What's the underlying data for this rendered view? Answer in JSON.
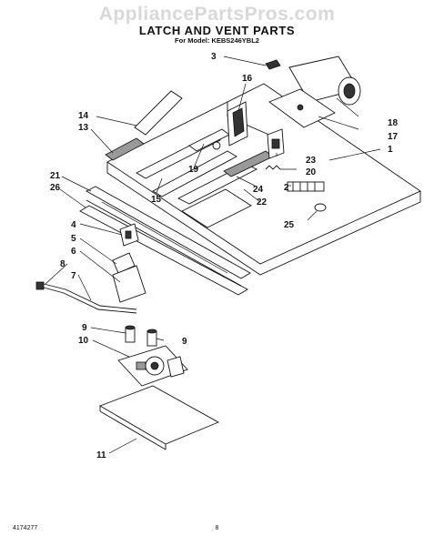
{
  "watermark": "AppliancePartsPros.com",
  "title": "LATCH AND VENT PARTS",
  "subtitle": "For Model: KEBS246YBL2",
  "footer": {
    "doc_number": "4174277",
    "page_number": "8"
  },
  "callouts": [
    {
      "id": "c1",
      "label": "1"
    },
    {
      "id": "c2",
      "label": "2"
    },
    {
      "id": "c3",
      "label": "3"
    },
    {
      "id": "c4",
      "label": "4"
    },
    {
      "id": "c5",
      "label": "5"
    },
    {
      "id": "c6",
      "label": "6"
    },
    {
      "id": "c7",
      "label": "7"
    },
    {
      "id": "c8",
      "label": "8"
    },
    {
      "id": "c9a",
      "label": "9"
    },
    {
      "id": "c9b",
      "label": "9"
    },
    {
      "id": "c10",
      "label": "10"
    },
    {
      "id": "c11",
      "label": "11"
    },
    {
      "id": "c13",
      "label": "13"
    },
    {
      "id": "c14",
      "label": "14"
    },
    {
      "id": "c15",
      "label": "15"
    },
    {
      "id": "c16",
      "label": "16"
    },
    {
      "id": "c17",
      "label": "17"
    },
    {
      "id": "c18",
      "label": "18"
    },
    {
      "id": "c19",
      "label": "19"
    },
    {
      "id": "c20",
      "label": "20"
    },
    {
      "id": "c21",
      "label": "21"
    },
    {
      "id": "c22",
      "label": "22"
    },
    {
      "id": "c23",
      "label": "23"
    },
    {
      "id": "c24",
      "label": "24"
    },
    {
      "id": "c25",
      "label": "25"
    },
    {
      "id": "c26",
      "label": "26"
    }
  ]
}
